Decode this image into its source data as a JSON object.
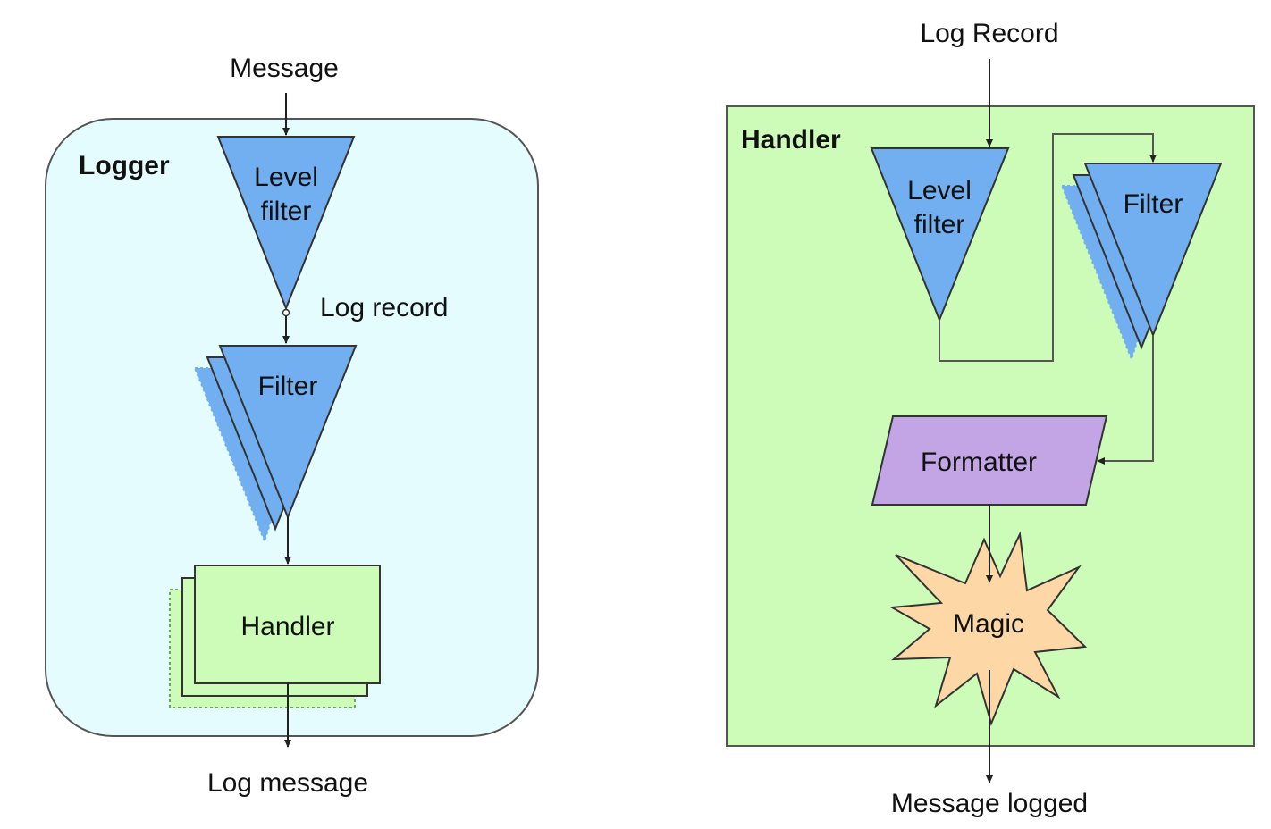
{
  "colors": {
    "logger_bg": "#e5fcfe",
    "handler_bg": "#ccfcb8",
    "filter_fill": "#71aff0",
    "handler_box_fill": "#ccfcb8",
    "formatter_fill": "#c3a5e6",
    "magic_fill": "#fdd8a6",
    "stroke": "#333333"
  },
  "logger": {
    "title": "Logger",
    "input_label": "Message",
    "level_filter_line1": "Level",
    "level_filter_line2": "filter",
    "log_record_label": "Log record",
    "filter_label": "Filter",
    "handler_label": "Handler",
    "output_label": "Log message"
  },
  "handler": {
    "title": "Handler",
    "input_label": "Log Record",
    "level_filter_line1": "Level",
    "level_filter_line2": "filter",
    "filter_label": "Filter",
    "formatter_label": "Formatter",
    "magic_label": "Magic",
    "output_label": "Message logged"
  }
}
